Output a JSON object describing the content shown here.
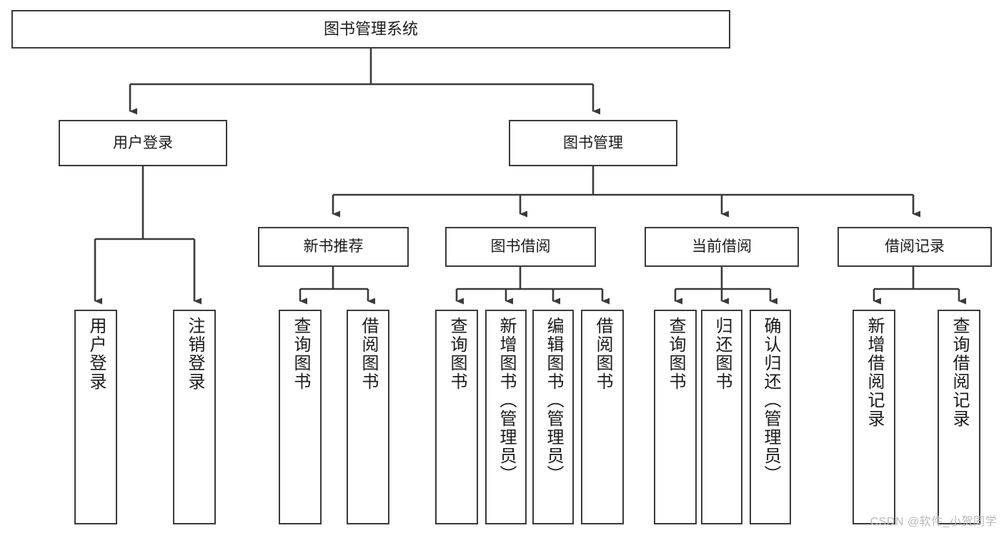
{
  "diagram": {
    "title": "图书管理系统",
    "type": "tree",
    "watermark": "CSDN @软件_小贺同学",
    "colors": {
      "stroke": "#3a3a3a",
      "fill": "#ffffff",
      "text": "#1b1b1b",
      "watermark": "#b9b9b9"
    },
    "nodes": {
      "root": {
        "label": "图书管理系统"
      },
      "level2": [
        {
          "label": "用户登录"
        },
        {
          "label": "图书管理"
        }
      ],
      "level3": [
        {
          "label": "新书推荐"
        },
        {
          "label": "图书借阅"
        },
        {
          "label": "当前借阅"
        },
        {
          "label": "借阅记录"
        }
      ],
      "leaves_user_login": [
        {
          "label": "用户登录"
        },
        {
          "label": "注销登录"
        }
      ],
      "leaves_new_book": [
        {
          "label": "查询图书"
        },
        {
          "label": "借阅图书"
        }
      ],
      "leaves_borrow": [
        {
          "label": "查询图书"
        },
        {
          "label": "新增图书（管理员）"
        },
        {
          "label": "编辑图书（管理员）"
        },
        {
          "label": "借阅图书"
        }
      ],
      "leaves_current": [
        {
          "label": "查询图书"
        },
        {
          "label": "归还图书"
        },
        {
          "label": "确认归还（管理员）"
        }
      ],
      "leaves_records": [
        {
          "label": "新增借阅记录"
        },
        {
          "label": "查询借阅记录"
        }
      ]
    }
  }
}
